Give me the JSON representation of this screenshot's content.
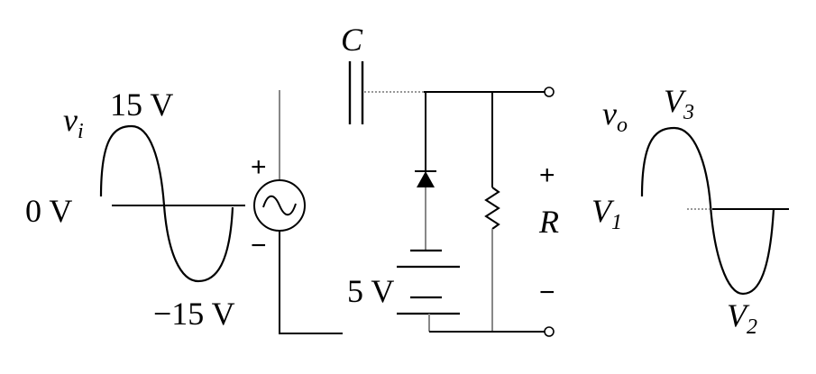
{
  "input": {
    "symbol": "v",
    "sub": "i",
    "peak": "15 V",
    "zero": "0 V",
    "trough": "−15 V"
  },
  "output": {
    "symbol": "v",
    "sub": "o",
    "v3_main": "V",
    "v3_sub": "3",
    "v1_main": "V",
    "v1_sub": "1",
    "v2_main": "V",
    "v2_sub": "2"
  },
  "circuit": {
    "capacitor": "C",
    "resistor": "R",
    "battery": "5 V",
    "source_plus": "+",
    "source_minus": "−",
    "out_plus": "+",
    "out_minus": "−"
  }
}
